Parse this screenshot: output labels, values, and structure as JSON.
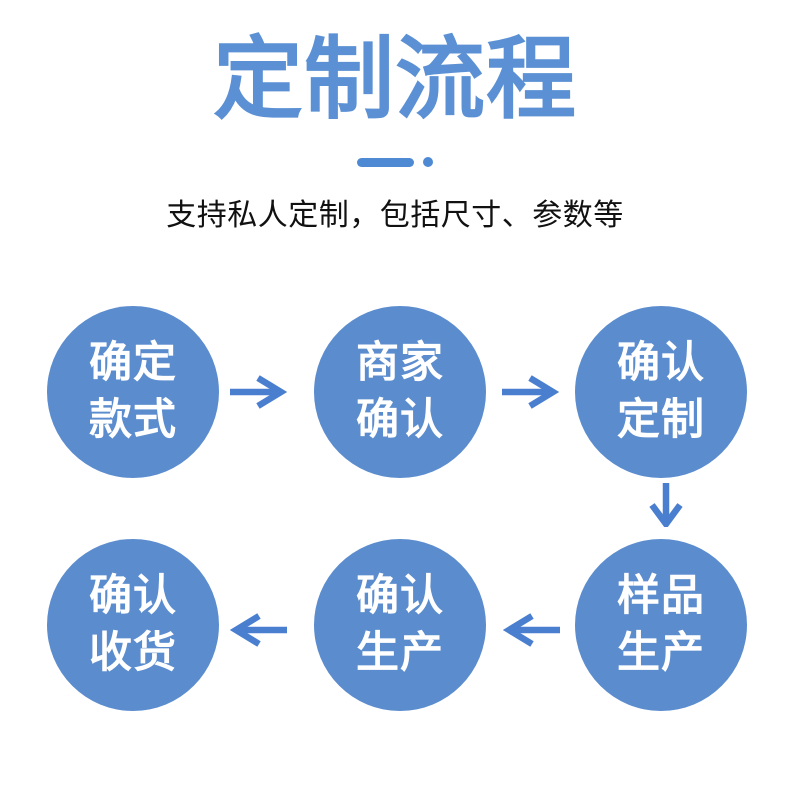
{
  "header": {
    "title": "定制流程",
    "subtitle": "支持私人定制，包括尺寸、参数等"
  },
  "colors": {
    "page_bg": "#ffffff",
    "title_blue": "#5B91D4",
    "divider_blue": "#4E8AD3",
    "subtitle_text": "#111111",
    "circle_blue": "#5B8CCE",
    "circle_text": "#ffffff",
    "arrow_blue": "#4A7FD0"
  },
  "flow": {
    "steps": [
      {
        "line1": "确定",
        "line2": "款式"
      },
      {
        "line1": "商家",
        "line2": "确认"
      },
      {
        "line1": "确认",
        "line2": "定制"
      },
      {
        "line1": "样品",
        "line2": "生产"
      },
      {
        "line1": "确认",
        "line2": "生产"
      },
      {
        "line1": "确认",
        "line2": "收货"
      }
    ],
    "arrows": [
      {
        "from": "确定款式",
        "to": "商家确认",
        "direction": "right"
      },
      {
        "from": "商家确认",
        "to": "确认定制",
        "direction": "right"
      },
      {
        "from": "确认定制",
        "to": "样品生产",
        "direction": "down"
      },
      {
        "from": "样品生产",
        "to": "确认生产",
        "direction": "left"
      },
      {
        "from": "确认生产",
        "to": "确认收货",
        "direction": "left"
      }
    ]
  }
}
